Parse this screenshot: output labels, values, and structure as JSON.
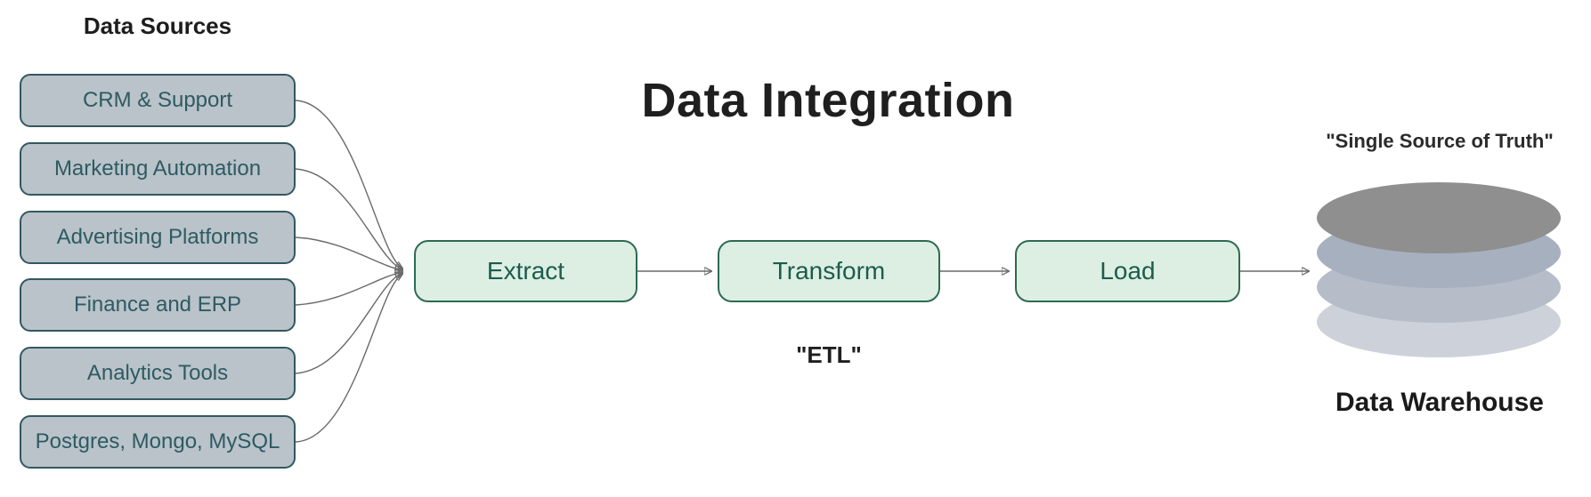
{
  "diagram": {
    "title": "Data Integration",
    "sources": {
      "heading": "Data Sources",
      "items": [
        "CRM & Support",
        "Marketing Automation",
        "Advertising Platforms",
        "Finance and ERP",
        "Analytics Tools",
        "Postgres, Mongo, MySQL"
      ]
    },
    "pipeline": {
      "stages": [
        "Extract",
        "Transform",
        "Load"
      ],
      "caption": "\"ETL\""
    },
    "warehouse": {
      "quote": "\"Single Source of Truth\"",
      "label": "Data Warehouse",
      "icon": "database-stack-icon"
    },
    "colors": {
      "source_fill": "#b9c3c9",
      "source_border": "#33585f",
      "source_text": "#2e5a63",
      "stage_fill": "#dcefe2",
      "stage_border": "#2e6a53",
      "stage_text": "#1c5c4f",
      "edge": "#6a6a6a",
      "arrowhead": "#3a3a3a",
      "disk1": "#8f8f90",
      "disk2": "#a7b0bf",
      "disk3": "#b6bdc9",
      "disk4": "#cdd2da"
    }
  }
}
